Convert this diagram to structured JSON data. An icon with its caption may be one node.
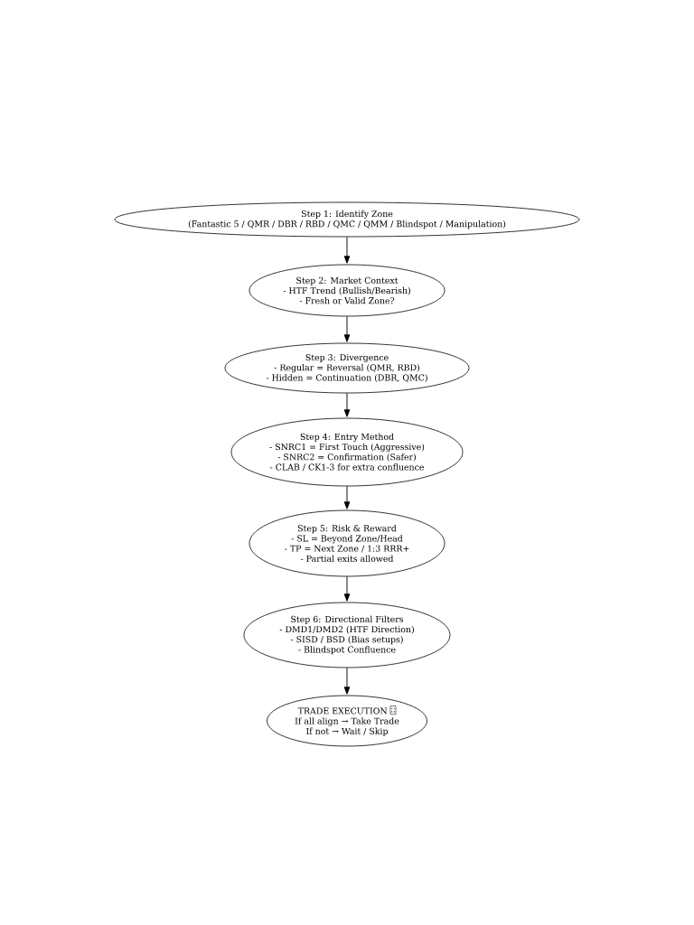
{
  "diagram": {
    "nodes": [
      {
        "text": [
          "Step 1: Identify Zone",
          "(Fantastic 5 / QMR / DBR / RBD / QMC / QMM / Blindspot / Manipulation)"
        ]
      },
      {
        "text": [
          "Step 2: Market Context",
          "- HTF Trend (Bullish/Bearish)",
          "- Fresh or Valid Zone?"
        ]
      },
      {
        "text": [
          "Step 3: Divergence",
          "- Regular = Reversal (QMR, RBD)",
          "- Hidden = Continuation (DBR, QMC)"
        ]
      },
      {
        "text": [
          "Step 4: Entry Method",
          "- SNRC1 = First Touch (Aggressive)",
          "- SNRC2 = Confirmation (Safer)",
          "- CLAB / CK1-3 for extra confluence"
        ]
      },
      {
        "text": [
          "Step 5: Risk & Reward",
          "- SL = Beyond Zone/Head",
          "- TP = Next Zone / 1:3 RRR+",
          "- Partial exits allowed"
        ]
      },
      {
        "text": [
          "Step 6: Directional Filters",
          "- DMD1/DMD2 (HTF Direction)",
          "- SISD / BSD (Bias setups)",
          "- Blindspot Confluence"
        ]
      },
      {
        "text": [
          "TRADE EXECUTION",
          "If all align → Take Trade",
          "If not → Wait / Skip"
        ]
      }
    ],
    "edges": [
      {
        "from": 0,
        "to": 1,
        "arrow": "to"
      },
      {
        "from": 1,
        "to": 2,
        "arrow": "to"
      },
      {
        "from": 2,
        "to": 3,
        "arrow": "to"
      },
      {
        "from": 3,
        "to": 4,
        "arrow": "to"
      },
      {
        "from": 4,
        "to": 5,
        "arrow": "to"
      },
      {
        "from": 5,
        "to": 6,
        "arrow": "to"
      }
    ]
  }
}
